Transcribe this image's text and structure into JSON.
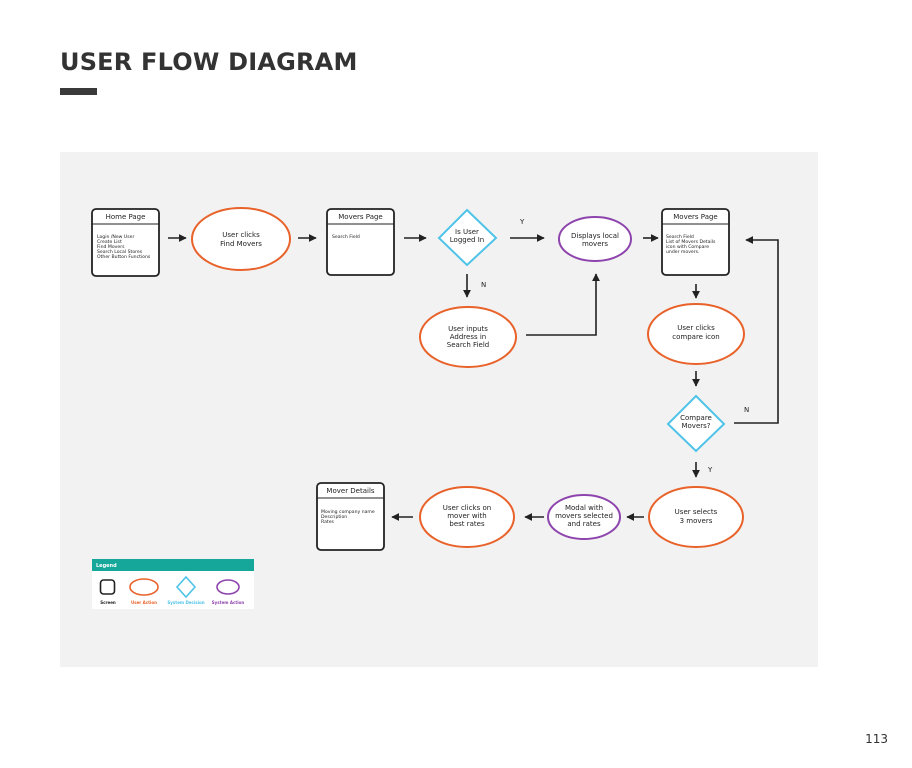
{
  "page": {
    "title": "USER FLOW DIAGRAM",
    "number": "113"
  },
  "colors": {
    "screen": "#222222",
    "user_action": "#E8622A",
    "system_decision": "#4FC3E8",
    "system_action": "#8E44AD",
    "legend_header": "#15A89A",
    "panel": "#F2F2F2"
  },
  "nodes": {
    "home_page": {
      "title": "Home Page",
      "body": [
        "Login /New User",
        "Create List",
        "Find Movers",
        "Search Local Stores",
        "Other Button Functions"
      ]
    },
    "user_clicks_find_movers": {
      "lines": [
        "User clicks",
        "Find Movers"
      ]
    },
    "movers_page_1": {
      "title": "Movers Page",
      "body": [
        "Search Field"
      ]
    },
    "is_user_logged_in": {
      "lines": [
        "Is User",
        "Logged In"
      ]
    },
    "displays_local_movers": {
      "lines": [
        "Displays local",
        "movers"
      ]
    },
    "movers_page_2": {
      "title": "Movers Page",
      "body": [
        "Search Field",
        "List of Movers Details",
        "icon with Compare",
        "under movers."
      ]
    },
    "user_inputs_address": {
      "lines": [
        "User inputs",
        "Address in",
        "Search Field"
      ]
    },
    "user_clicks_compare": {
      "lines": [
        "User clicks",
        "compare icon"
      ]
    },
    "compare_movers": {
      "lines": [
        "Compare",
        "Movers?"
      ]
    },
    "user_selects_3": {
      "lines": [
        "User selects",
        "3 movers"
      ]
    },
    "modal_with_movers": {
      "lines": [
        "Modal with",
        "movers selected",
        "and rates"
      ]
    },
    "user_clicks_best_rates": {
      "lines": [
        "User clicks on",
        "mover with",
        "best rates"
      ]
    },
    "mover_details": {
      "title": "Mover Details",
      "body": [
        "Moving company name",
        "Description",
        "Rates"
      ]
    }
  },
  "edge_labels": {
    "logged_in_yes": "Y",
    "logged_in_no": "N",
    "compare_yes": "Y",
    "compare_no": "N"
  },
  "legend": {
    "title": "Legend",
    "items": [
      {
        "label": "Screen",
        "color": "#222222"
      },
      {
        "label": "User Action",
        "color": "#E8622A"
      },
      {
        "label": "System Decision",
        "color": "#4FC3E8"
      },
      {
        "label": "System Action",
        "color": "#8E44AD"
      }
    ]
  }
}
